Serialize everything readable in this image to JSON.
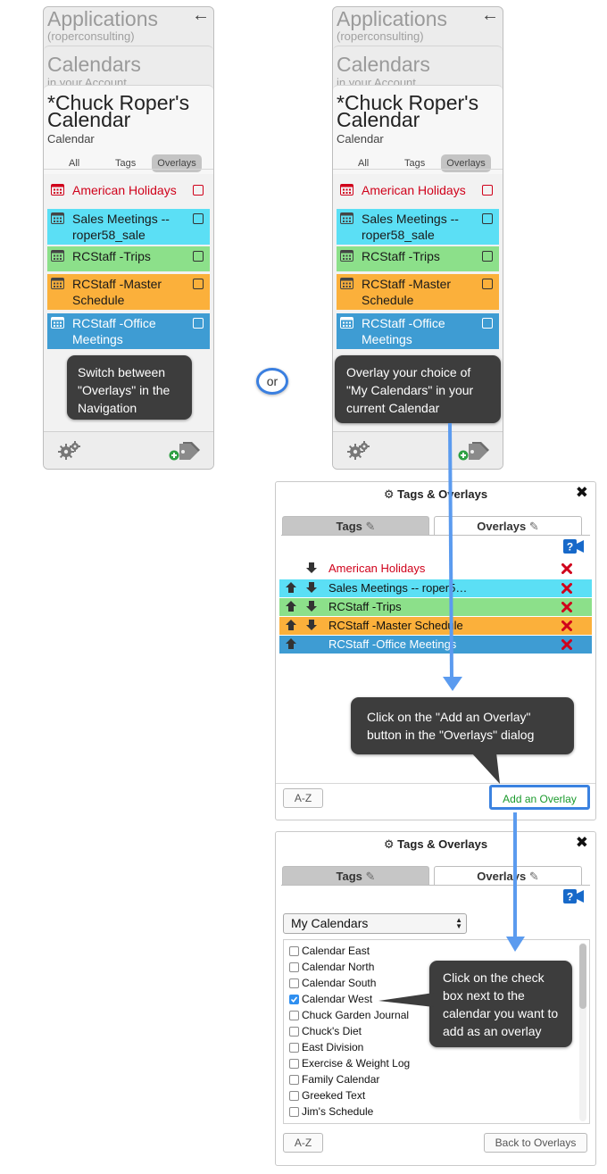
{
  "nav": {
    "apps_title": "Applications",
    "apps_sub": "(roperconsulting)",
    "back_icon": "←",
    "cals_title": "Calendars",
    "cals_sub": "in your Account",
    "current_title_line1": "*Chuck Roper's",
    "current_title_line2": "Calendar",
    "current_sub": "Calendar",
    "tabs": [
      "All",
      "Tags",
      "Overlays"
    ],
    "items": [
      {
        "label": "American Holidays",
        "color": "#d0021b"
      },
      {
        "label": "Sales Meetings -- roper58_sale",
        "color": "#5bdff5"
      },
      {
        "label": "RCStaff -Trips",
        "color": "#8ce08a"
      },
      {
        "label": "RCStaff -Master Schedule",
        "color": "#fbb03b"
      },
      {
        "label": "RCStaff -Office Meetings",
        "color": "#3e9cd3"
      }
    ],
    "footer_icons": [
      "gears-icon",
      "add-tag-icon"
    ]
  },
  "tips": {
    "left": "Switch between \"Overlays\" in the Navigation",
    "right": "Overlay your choice of \"My Calendars\" in your current Calendar",
    "add": "Click on the \"Add an Overlay\" button in the \"Overlays\" dialog",
    "check": "Click on the check box next to the calendar you want to add as an overlay"
  },
  "or_label": "or",
  "dialog1": {
    "title": "Tags & Overlays",
    "close": "✖",
    "tab_tags": "Tags",
    "tab_overlays": "Overlays",
    "overlays": [
      {
        "name": "American Holidays",
        "up": false,
        "down": true
      },
      {
        "name": "Sales Meetings -- roper5…",
        "up": true,
        "down": true
      },
      {
        "name": "RCStaff -Trips",
        "up": true,
        "down": true
      },
      {
        "name": "RCStaff -Master Schedule",
        "up": true,
        "down": true
      },
      {
        "name": "RCStaff -Office Meetings",
        "up": true,
        "down": false
      }
    ],
    "az_button": "A-Z",
    "add_button": "Add an Overlay"
  },
  "dialog2": {
    "title": "Tags & Overlays",
    "close": "✖",
    "tab_tags": "Tags",
    "tab_overlays": "Overlays",
    "select_value": "My Calendars",
    "calendars": [
      {
        "name": "Calendar East",
        "checked": false
      },
      {
        "name": "Calendar North",
        "checked": false
      },
      {
        "name": "Calendar South",
        "checked": false
      },
      {
        "name": "Calendar West",
        "checked": true
      },
      {
        "name": "Chuck Garden Journal",
        "checked": false
      },
      {
        "name": "Chuck's Diet",
        "checked": false
      },
      {
        "name": "East Division",
        "checked": false
      },
      {
        "name": "Exercise & Weight Log",
        "checked": false
      },
      {
        "name": "Family Calendar",
        "checked": false
      },
      {
        "name": "Greeked Text",
        "checked": false
      },
      {
        "name": "Jim's Schedule",
        "checked": false
      }
    ],
    "az_button": "A-Z",
    "back_button": "Back to Overlays"
  },
  "colors": {
    "accent_blue": "#3b82e0",
    "add_green": "#1a9a2c",
    "remove_red": "#d0021b"
  }
}
